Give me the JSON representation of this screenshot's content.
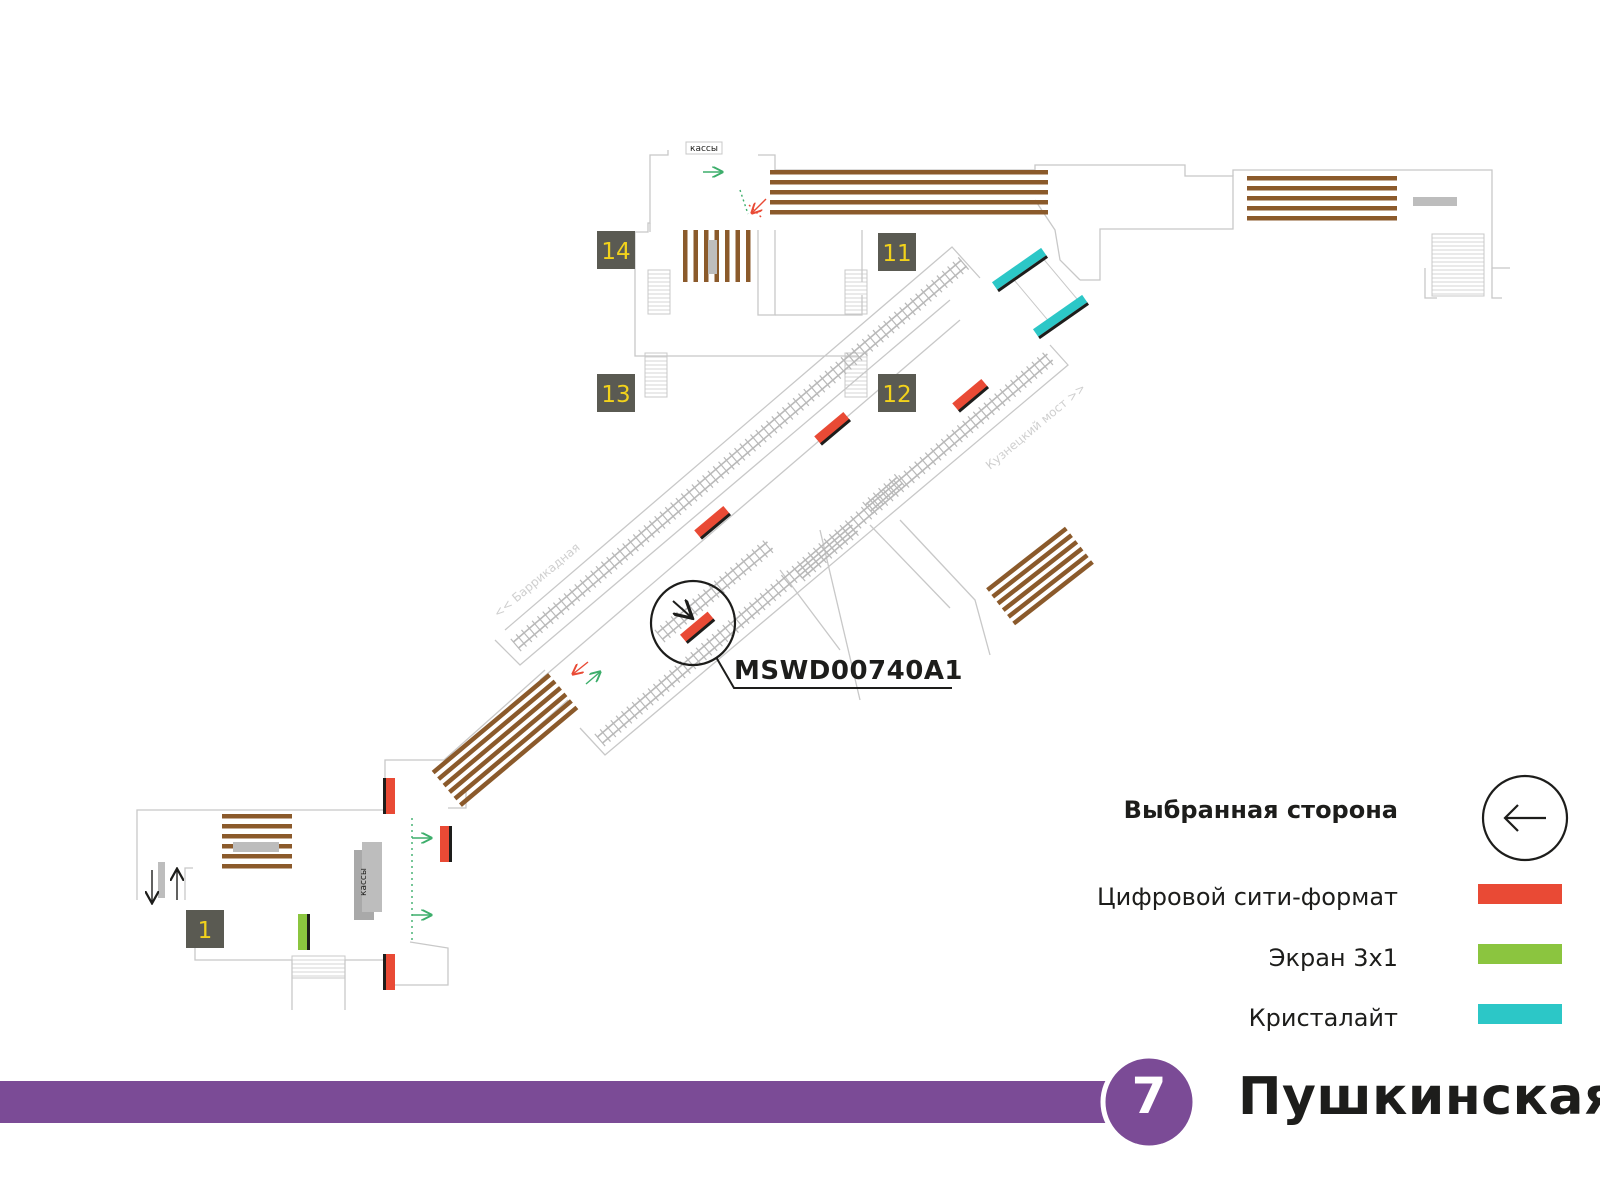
{
  "station": {
    "name": "Пушкинская",
    "line_number": "7",
    "line_color": "#7b4b96"
  },
  "selected_panel": {
    "code": "MSWD00740A1"
  },
  "exits": [
    "1",
    "11",
    "12",
    "13",
    "14"
  ],
  "labels": {
    "tickets_top": "кассы",
    "tickets_bottom": "кассы",
    "direction_left": "<< Баррикадная",
    "direction_right": "Кузнецкий мост >>"
  },
  "legend": {
    "title": "Выбранная сторона",
    "items": [
      {
        "label": "Цифровой сити-формат",
        "color": "#e94a35"
      },
      {
        "label": "Экран 3x1",
        "color": "#8bc53f"
      },
      {
        "label": "Кристалайт",
        "color": "#2cc7c7"
      }
    ]
  },
  "colors": {
    "escalator": "#8b5a2b",
    "exit_box": "#5a5a52",
    "exit_text": "#f2d21b",
    "wall": "#c8c8c8",
    "track": "#b9b9b9",
    "arrow_green": "#3dae6b",
    "arrow_red": "#e94a35"
  },
  "icons": {
    "selected_side": "arrow-left-icon",
    "panel_direction": "arrow-down-right-icon"
  }
}
